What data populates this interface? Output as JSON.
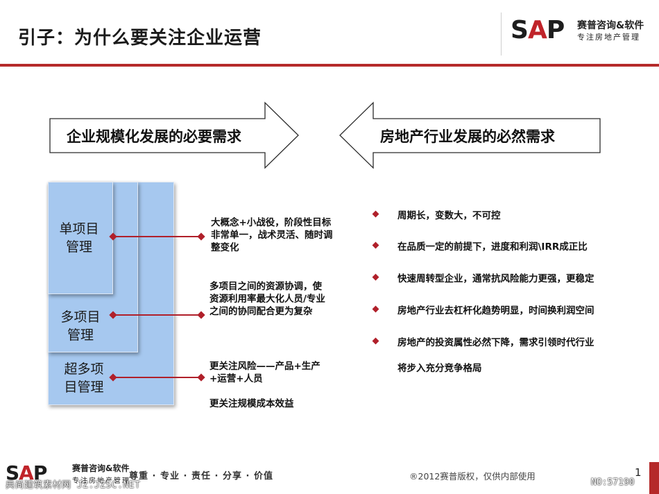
{
  "header": {
    "title": "引子：为什么要关注企业运营",
    "logo_sap": "SAP",
    "logo_cn_line1": "赛普咨询&软件",
    "logo_cn_line2": "专注房地产管理"
  },
  "arrows": {
    "right_arrow_label": "企业规模化发展的必要需求",
    "left_arrow_label": "房地产行业发展的必然需求"
  },
  "blocks": {
    "single": "单项目\n管理",
    "multi": "多项目\n管理",
    "super": "超多项\n目管理"
  },
  "descriptions": {
    "single": "大概念+小战役，阶段性目标非常单一，战术灵活、随时调整变化",
    "multi": "多项目之间的资源协调，使资源利用率最大化人员/专业之间的协同配合更为复杂",
    "super_line1": "更关注风险——产品+生产+运营+人员",
    "super_line2": "更关注规模成本效益"
  },
  "bullets": [
    "周期长，变数大，不可控",
    "在品质一定的前提下，进度和利润\\IRR成正比",
    "快速周转型企业，通常抗风险能力更强，更稳定",
    "房地产行业去杠杆化趋势明显，时间换利润空间",
    "房地产的投资属性必然下降，需求引领时代行业",
    "将步入充分竞争格局"
  ],
  "footer": {
    "logo_sap": "SAP",
    "logo_cn_line1": "赛普咨询&软件",
    "logo_cn_line2": "专注房地产管理",
    "values": "尊重 · 专业 · 责任 · 分享 · 价值",
    "copyright": "®2012赛普版权，仅供内部使用",
    "page_number": "1",
    "watermark_left": "典尚建筑素材网 JZ.JZSC.NET",
    "watermark_right": "NO:57190"
  },
  "colors": {
    "accent_red": "#b52a2a",
    "block_blue": "#a6c8ef"
  }
}
